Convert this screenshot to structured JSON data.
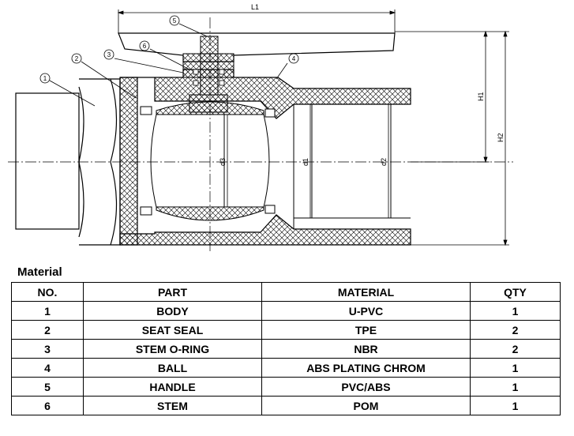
{
  "drawing": {
    "dimensions": {
      "l1": "L1",
      "h1": "H1",
      "h2": "H2",
      "d1": "d1",
      "d2": "d2",
      "d3": "d3"
    },
    "callouts": [
      "1",
      "2",
      "3",
      "4",
      "5",
      "6"
    ]
  },
  "material": {
    "title": "Material",
    "headers": [
      "NO.",
      "PART",
      "MATERIAL",
      "QTY"
    ],
    "rows": [
      [
        "1",
        "BODY",
        "U-PVC",
        "1"
      ],
      [
        "2",
        "SEAT SEAL",
        "TPE",
        "2"
      ],
      [
        "3",
        "STEM O-RING",
        "NBR",
        "2"
      ],
      [
        "4",
        "BALL",
        "ABS PLATING CHROM",
        "1"
      ],
      [
        "5",
        "HANDLE",
        "PVC/ABS",
        "1"
      ],
      [
        "6",
        "STEM",
        "POM",
        "1"
      ]
    ]
  }
}
